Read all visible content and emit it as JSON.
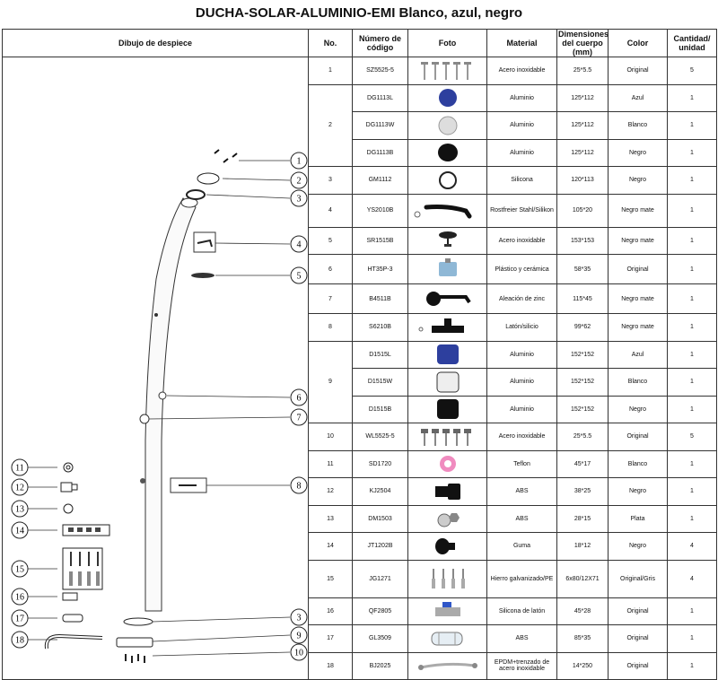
{
  "title": "DUCHA-SOLAR-ALUMINIO-EMI Blanco, azul, negro",
  "headers": {
    "drawing": "Dibujo de despiece",
    "no": "No.",
    "code": "Número de código",
    "photo": "Foto",
    "material": "Material",
    "dims": "Dimensiones del cuerpo (mm)",
    "color": "Color",
    "qty": "Cantidad/ unidad"
  },
  "drawing_callouts": [
    "1",
    "2",
    "3",
    "4",
    "5",
    "6",
    "7",
    "8",
    "3",
    "9",
    "10",
    "11",
    "12",
    "13",
    "14",
    "15",
    "16",
    "17",
    "18"
  ],
  "rows": [
    {
      "no": "1",
      "code": "SZ5525-5",
      "material": "Acero inoxidable",
      "dims": "25*5.5",
      "color": "Original",
      "qty": "5",
      "photo": "screws-icon"
    },
    {
      "no": "2",
      "code": "DG1113L",
      "material": "Aluminio",
      "dims": "125*112",
      "color": "Azul",
      "qty": "1",
      "photo": "cover-blue-icon"
    },
    {
      "no": "",
      "code": "DG1113W",
      "material": "Aluminio",
      "dims": "125*112",
      "color": "Blanco",
      "qty": "1",
      "photo": "cover-white-icon"
    },
    {
      "no": "",
      "code": "DG1113B",
      "material": "Aluminio",
      "dims": "125*112",
      "color": "Negro",
      "qty": "1",
      "photo": "cover-black-icon"
    },
    {
      "no": "3",
      "code": "GM1112",
      "material": "Silicona",
      "dims": "120*113",
      "color": "Negro",
      "qty": "1",
      "photo": "gasket-icon"
    },
    {
      "no": "4",
      "code": "YS2010B",
      "material": "Rostfreier Stahl/Silikon",
      "dims": "105*20",
      "color": "Negro mate",
      "qty": "1",
      "photo": "arm-icon"
    },
    {
      "no": "5",
      "code": "SR1515B",
      "material": "Acero inoxidable",
      "dims": "153*153",
      "color": "Negro mate",
      "qty": "1",
      "photo": "showerhead-icon"
    },
    {
      "no": "6",
      "code": "HT35P-3",
      "material": "Plástico y cerámica",
      "dims": "58*35",
      "color": "Original",
      "qty": "1",
      "photo": "cartridge-icon"
    },
    {
      "no": "7",
      "code": "B4511B",
      "material": "Aleación de zinc",
      "dims": "115*45",
      "color": "Negro mate",
      "qty": "1",
      "photo": "handle-icon"
    },
    {
      "no": "8",
      "code": "S6210B",
      "material": "Latón/silicio",
      "dims": "99*62",
      "color": "Negro mate",
      "qty": "1",
      "photo": "tap-icon"
    },
    {
      "no": "9",
      "code": "D1515L",
      "material": "Aluminio",
      "dims": "152*152",
      "color": "Azul",
      "qty": "1",
      "photo": "plate-blue-icon"
    },
    {
      "no": "",
      "code": "D1515W",
      "material": "Aluminio",
      "dims": "152*152",
      "color": "Blanco",
      "qty": "1",
      "photo": "plate-white-icon"
    },
    {
      "no": "",
      "code": "D1515B",
      "material": "Aluminio",
      "dims": "152*152",
      "color": "Negro",
      "qty": "1",
      "photo": "plate-black-icon"
    },
    {
      "no": "10",
      "code": "WL5525-5",
      "material": "Acero inoxidable",
      "dims": "25*5.5",
      "color": "Original",
      "qty": "5",
      "photo": "bolts-icon"
    },
    {
      "no": "11",
      "code": "SD1720",
      "material": "Teflon",
      "dims": "45*17",
      "color": "Blanco",
      "qty": "1",
      "photo": "tape-icon"
    },
    {
      "no": "12",
      "code": "KJ2504",
      "material": "ABS",
      "dims": "38*25",
      "color": "Negro",
      "qty": "1",
      "photo": "connector-icon"
    },
    {
      "no": "13",
      "code": "DM1503",
      "material": "ABS",
      "dims": "28*15",
      "color": "Plata",
      "qty": "1",
      "photo": "nut-icon"
    },
    {
      "no": "14",
      "code": "JT1202B",
      "material": "Guma",
      "dims": "18*12",
      "color": "Negro",
      "qty": "4",
      "photo": "plug-icon"
    },
    {
      "no": "15",
      "code": "JG1271",
      "material": "Hierro galvanizado/PE",
      "dims": "6x80/12X71",
      "color": "Original/Gris",
      "qty": "4",
      "photo": "anchors-icon"
    },
    {
      "no": "16",
      "code": "QF2805",
      "material": "Silicona de latón",
      "dims": "45*28",
      "color": "Original",
      "qty": "1",
      "photo": "valve-icon"
    },
    {
      "no": "17",
      "code": "GL3509",
      "material": "ABS",
      "dims": "85*35",
      "color": "Original",
      "qty": "1",
      "photo": "filter-icon"
    },
    {
      "no": "18",
      "code": "BJ2025",
      "material": "EPDM+trenzado de acero inoxidable",
      "dims": "14*250",
      "color": "Original",
      "qty": "1",
      "photo": "hose-icon"
    }
  ]
}
